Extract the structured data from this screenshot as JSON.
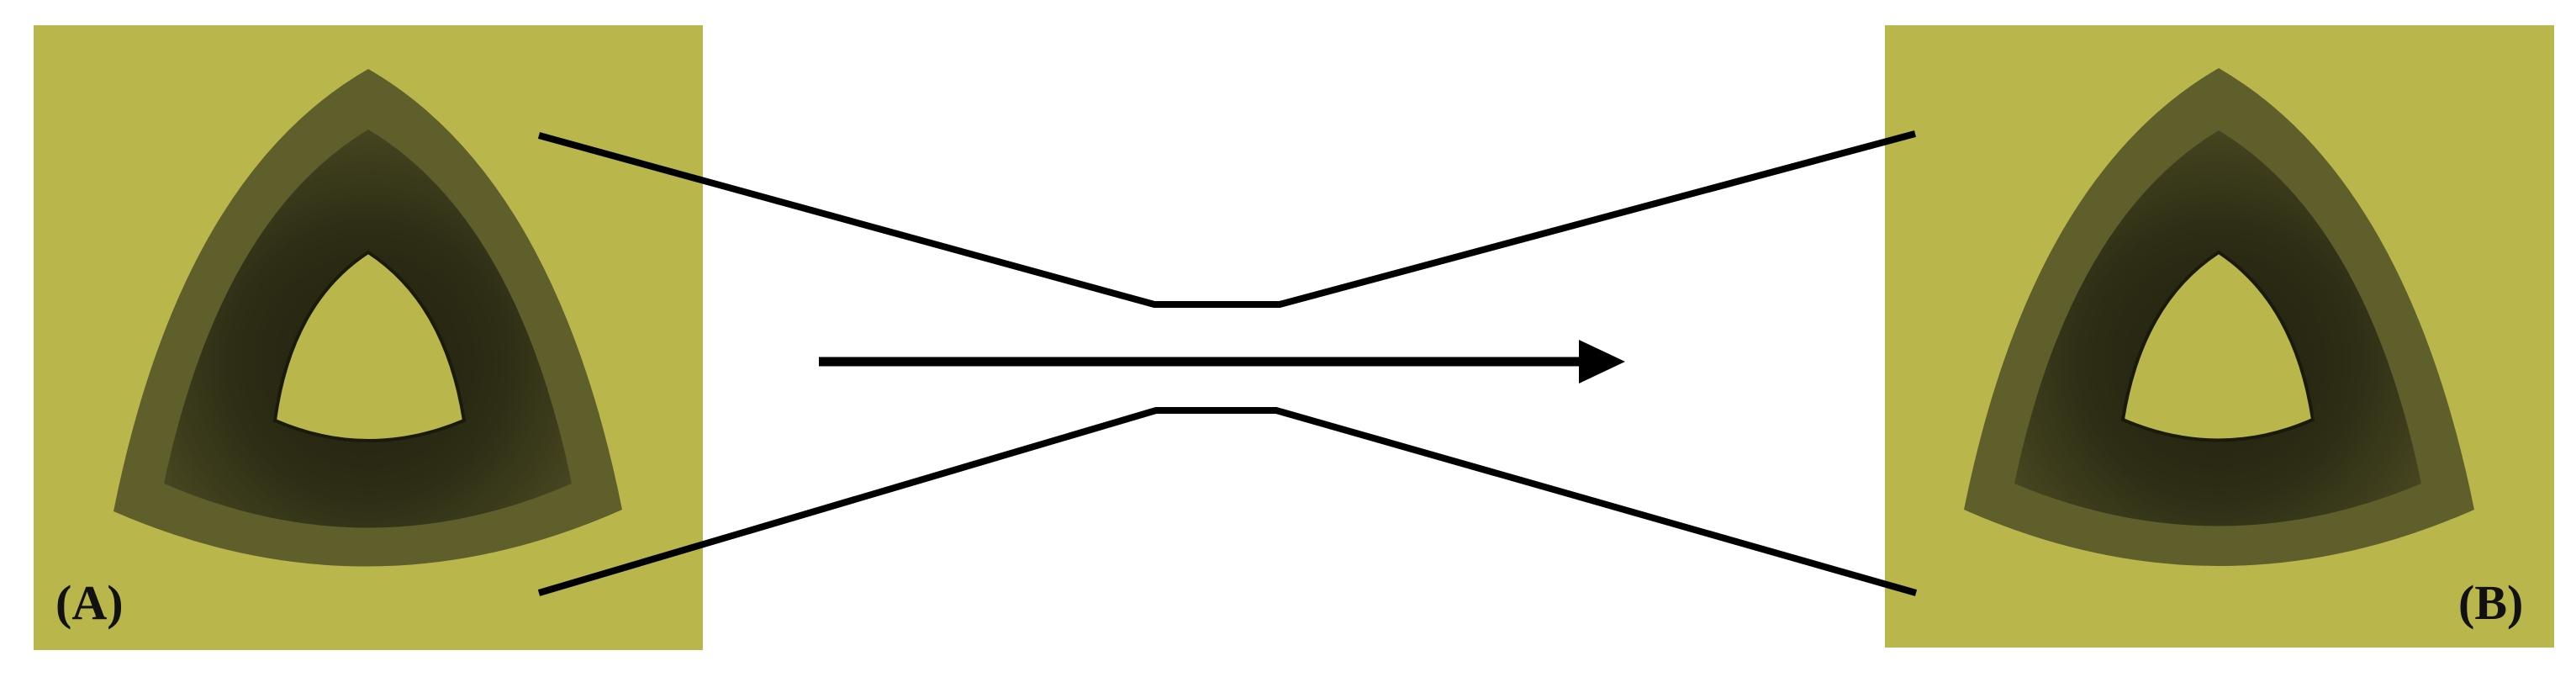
{
  "figure": {
    "description": "Transformation between two rounded-triangular hollow cross-sections",
    "colors": {
      "background": "#ffffff",
      "panel_fill": "#b9b64c",
      "outer_band": "#5e5f2b",
      "inner_dark": "#2e2e16",
      "inner_mid": "#45451f",
      "line": "#000000"
    },
    "panels": [
      {
        "id": "A",
        "label": "(A)"
      },
      {
        "id": "B",
        "label": "(B)"
      }
    ],
    "arrow": {
      "direction": "right"
    }
  }
}
